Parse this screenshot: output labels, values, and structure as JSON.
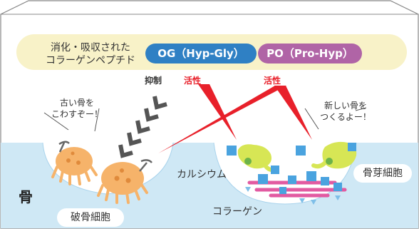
{
  "header": {
    "line1": "消化・吸収された",
    "line2": "コラーゲンペプチド",
    "og_label": "OG（Hyp-Gly）",
    "po_label": "PO（Pro-Hyp）"
  },
  "arrows": {
    "suppress": "抑制",
    "activate_left": "活性",
    "activate_right": "活性"
  },
  "speech": {
    "left_line1": "古い骨を",
    "left_line2": "こわすぞー！",
    "right_line1": "新しい骨を",
    "right_line2": "つくるよー！"
  },
  "labels": {
    "bone": "骨",
    "osteoclast": "破骨細胞",
    "calcium": "カルシウム",
    "collagen": "コラーゲン",
    "osteoblast": "骨芽細胞"
  },
  "colors": {
    "bone_blue": "#cfe8f5",
    "og_blue": "#2f80c4",
    "po_purple": "#b064a6",
    "activate_red": "#e8202a",
    "header_yellow": "#f8f2c8",
    "osteoclast_orange": "#f6b36a",
    "osteoblast_green": "#d7e655",
    "collagen_pink": "#e25aa1",
    "calcium_blue": "#4aa3df"
  }
}
